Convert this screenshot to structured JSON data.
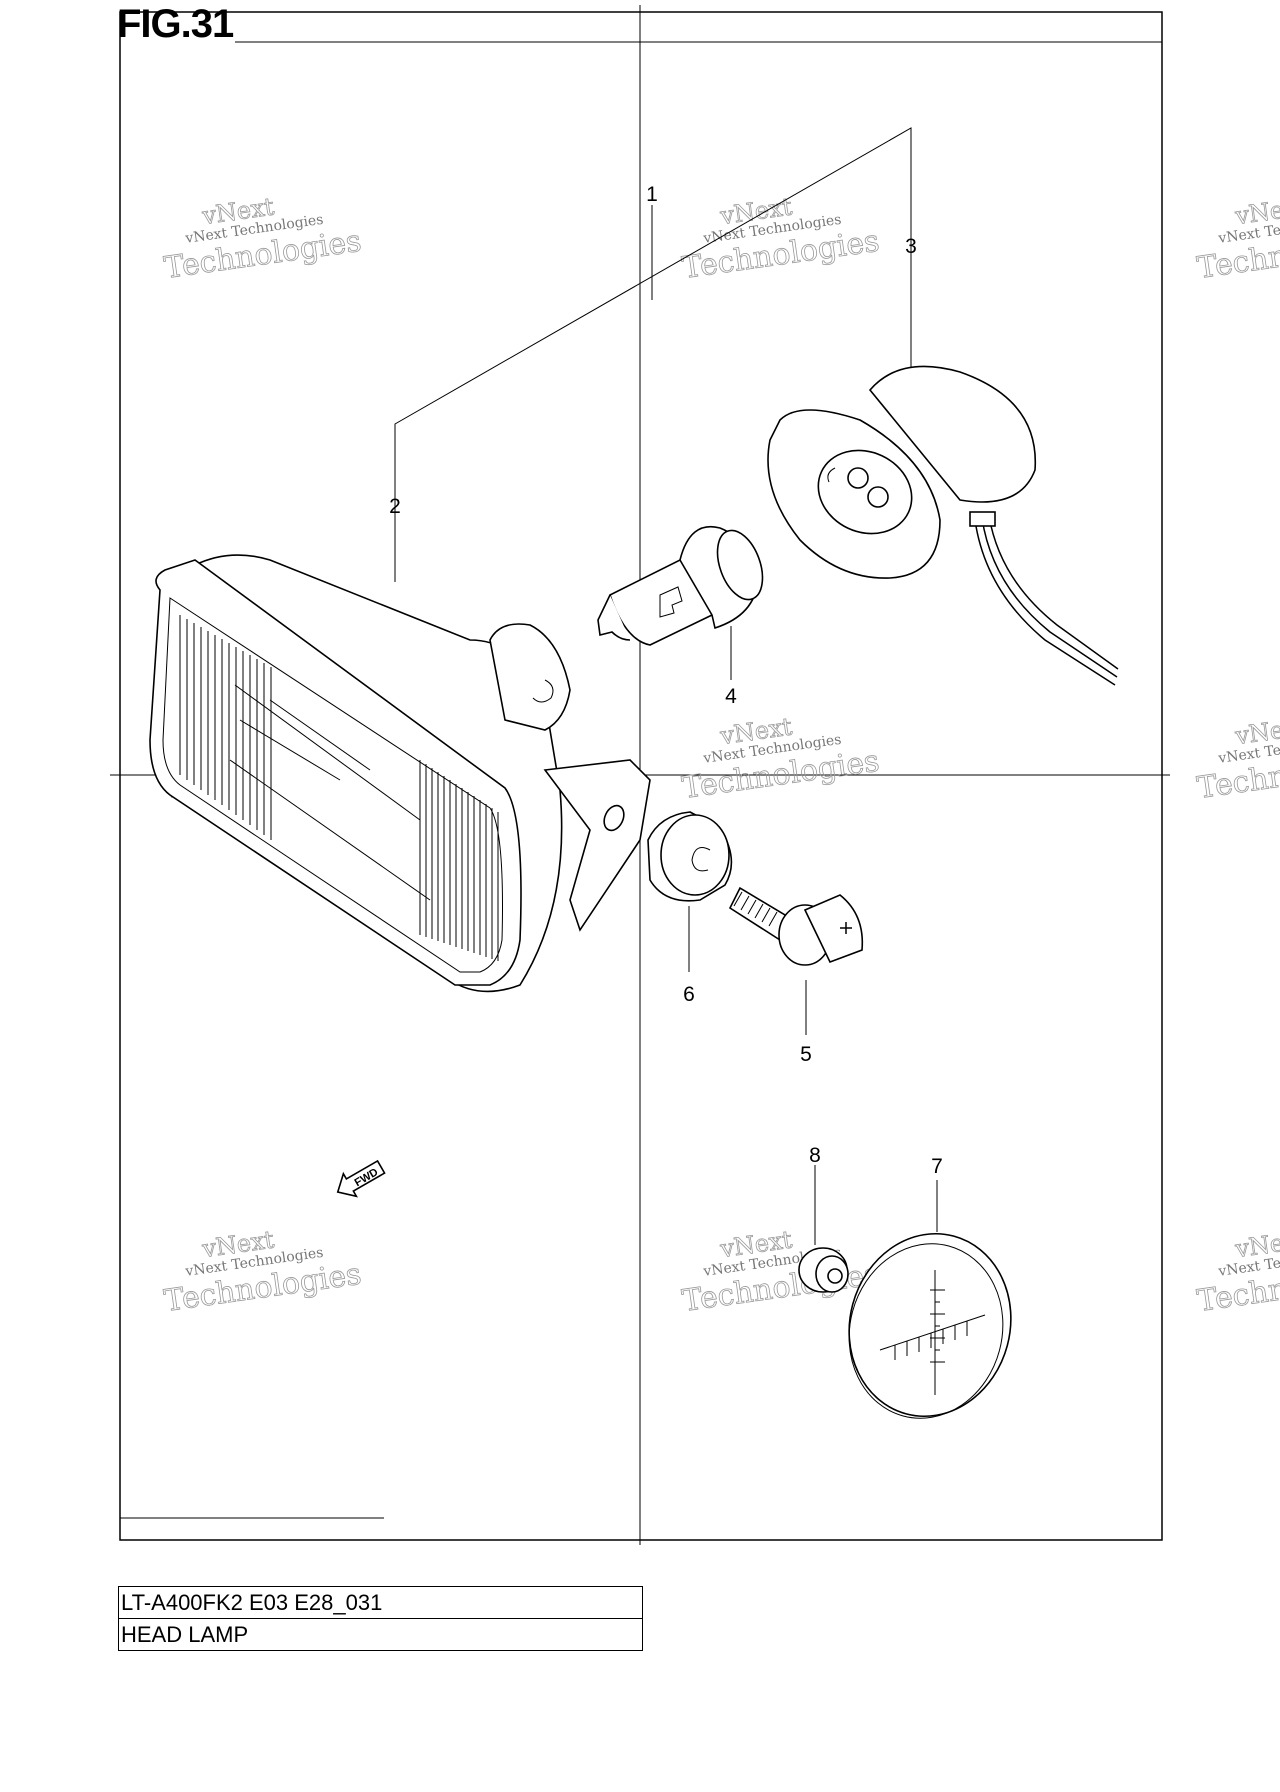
{
  "figure": {
    "title": "FIG.31"
  },
  "callouts": [
    {
      "id": "1",
      "label": "1"
    },
    {
      "id": "2",
      "label": "2"
    },
    {
      "id": "3",
      "label": "3"
    },
    {
      "id": "4",
      "label": "4"
    },
    {
      "id": "5",
      "label": "5"
    },
    {
      "id": "6",
      "label": "6"
    },
    {
      "id": "7",
      "label": "7"
    },
    {
      "id": "8",
      "label": "8"
    }
  ],
  "direction_marker": {
    "label": "FWD",
    "icon": "fwd-arrow-icon"
  },
  "watermark": {
    "line1": "vNext Technologies",
    "line2": "vNext",
    "line3": "Technologies"
  },
  "caption": {
    "model": "LT-A400FK2 E03 E28_031",
    "section": "HEAD LAMP"
  }
}
